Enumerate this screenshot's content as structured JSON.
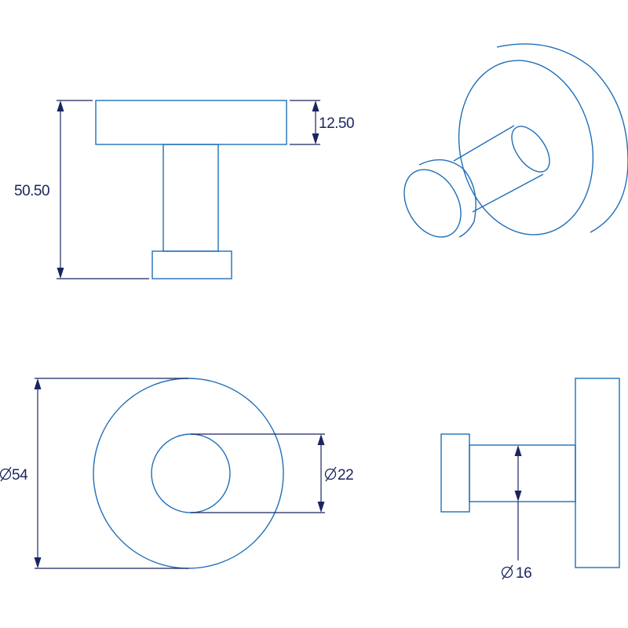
{
  "dimensions": {
    "front_total_height": "50.50",
    "front_base_thickness": "12.50",
    "base_diameter": "54",
    "knob_diameter": "22",
    "stem_diameter": "16"
  },
  "colors": {
    "outline": "#1f6fb8",
    "dimension": "#1a2560",
    "background": "#ffffff"
  },
  "symbols": {
    "diameter": "diameter-symbol"
  }
}
